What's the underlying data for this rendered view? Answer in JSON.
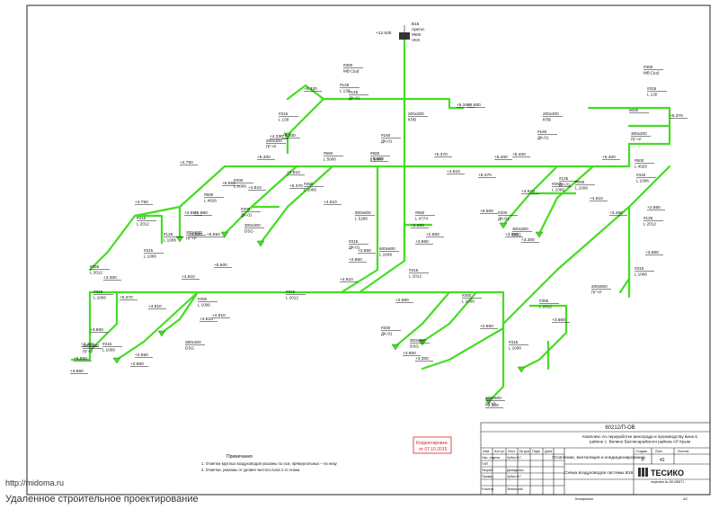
{
  "project_code": "60212/П-ОВ",
  "project_title": "Комплекс по переработке винограда и производству вина в районе с. Вилино Бахчисарайского района АР Крым",
  "section_title": "Отопление, вентиляция и кондиционирование",
  "sheet_title": "Схема воздуховодов системы В16",
  "stage": "Р",
  "sheet": "42",
  "stage_header": "Стадия",
  "sheet_header": "Лист",
  "sheets_header": "Листов",
  "company": "ТЕСИКО",
  "company_sub": "лицензия № АВ 489471",
  "copied": "Копировал",
  "format": "А2",
  "stamp": {
    "line1": "Корректировка",
    "line2": "от 07.10.2015"
  },
  "notes": {
    "title": "Примечания",
    "line1": "1. Отметки круглых воздуховодов указаны по оси, прямоугольных – по низу",
    "line2": "2. Отметки, указаны от уровня чистого пола 1-го этажа"
  },
  "title_block": {
    "headers": [
      "Изм",
      "Кол.уч",
      "Лист",
      "№ док",
      "Подп",
      "Дата"
    ],
    "roles": [
      "Нач. отдела",
      "ГИП",
      "Разраб.",
      "Провер.",
      "",
      "Н.контр."
    ],
    "names": [
      "Зубик Н.Г.",
      "",
      "Демиденко",
      "Зубик Н.Г.",
      "",
      "Зеленский"
    ]
  },
  "fan": {
    "label": "В16",
    "model": "Арктос",
    "size": "#800",
    "flow": "VKS",
    "elev": "+12.530"
  },
  "elevations": [
    "+5.320",
    "+5.330",
    "+5.500",
    "+4.330",
    "+5.400",
    "+4.750",
    "+5.400",
    "+4.810",
    "+5.550",
    "+4.810",
    "+2.950",
    "+5.370",
    "+4.810",
    "+5.370",
    "+4.810",
    "+4.750",
    "+2.960",
    "+3.860",
    "+3.300",
    "+5.500",
    "+4.810",
    "+5.370",
    "+4.810",
    "+5.550",
    "+5.400",
    "+3.860",
    "+2.860",
    "+3.860",
    "+2.860",
    "+2.860",
    "+3.860",
    "+3.300",
    "+5.500",
    "+4.810",
    "+2.960",
    "+3.860",
    "+2.860",
    "+4.810",
    "+2.860",
    "+3.860",
    "+3.300",
    "+3.860",
    "+3.300",
    "+2.860",
    "+3.860",
    "+3.300",
    "+4.810",
    "+5.500",
    "+5.400",
    "+3.450",
    "+4.810",
    "+2.860",
    "+5.400",
    "+3.860",
    "+5.340",
    "+5.370",
    "+5.370",
    "+4.810"
  ],
  "labels": [
    {
      "a": "#300",
      "b": "МВ (1ш)"
    },
    {
      "a": "#125",
      "b": "L 130"
    },
    {
      "a": "#125",
      "b": "ДК-01"
    },
    {
      "a": "#315",
      "b": "L 130"
    },
    {
      "a": "200x300",
      "b": "ПГ+Р"
    },
    {
      "a": "200x200",
      "b": "КПВ"
    },
    {
      "a": "#160",
      "b": "ДК-01"
    },
    {
      "a": "#560",
      "b": "L 5000"
    },
    {
      "a": "#560",
      "b": "L 5000"
    },
    {
      "a": "#500",
      "b": "L 4026"
    },
    {
      "a": "#200",
      "b": "L 1006"
    },
    {
      "a": "#250",
      "b": "L 1006"
    },
    {
      "a": "#200",
      "b": "ДК-01"
    },
    {
      "a": "300x300",
      "b": "DSG"
    },
    {
      "a": "#315",
      "b": "L 2012"
    },
    {
      "a": "#125",
      "b": "L 1006"
    },
    {
      "a": "#315",
      "b": "L 1006"
    },
    {
      "a": "200x600",
      "b": "ПГ+Р"
    },
    {
      "a": "#355",
      "b": "L 2012"
    },
    {
      "a": "#315",
      "b": "L 1006"
    },
    {
      "a": "200x600",
      "b": "ПГ+Р"
    },
    {
      "a": "#315",
      "b": "L 1006"
    },
    {
      "a": "#250",
      "b": "L 1006"
    },
    {
      "a": "380x300",
      "b": "DSG"
    },
    {
      "a": "#315",
      "b": "L 2012"
    },
    {
      "a": "600x600",
      "b": "L 5296"
    },
    {
      "a": "600x600",
      "b": "L 1649"
    },
    {
      "a": "#315",
      "b": "ДК-01"
    },
    {
      "a": "#560",
      "b": "L 4774"
    },
    {
      "a": "#315",
      "b": "L 2012"
    },
    {
      "a": "#250",
      "b": "L 1006"
    },
    {
      "a": "#200",
      "b": "ДК-01"
    },
    {
      "a": "300x300",
      "b": "DSG"
    },
    {
      "a": "#355",
      "b": "L 2012"
    },
    {
      "a": "#315",
      "b": "L 1006"
    },
    {
      "a": "200x600",
      "b": "ПГ+Р"
    },
    {
      "a": "200x200",
      "b": "КПВ"
    },
    {
      "a": "#160",
      "b": "ДК-01"
    },
    {
      "a": "6000",
      "b": ""
    },
    {
      "a": "#315",
      "b": "L 130"
    },
    {
      "a": "300x200",
      "b": "ПГ+Р"
    },
    {
      "a": "#500",
      "b": "L 4026"
    },
    {
      "a": "#315",
      "b": "L 1006"
    },
    {
      "a": "#125",
      "b": "L 2012"
    },
    {
      "a": "#315",
      "b": "L 1006"
    },
    {
      "a": "200x600",
      "b": "ПГ+Р"
    },
    {
      "a": "#125",
      "b": "ДК-01"
    },
    {
      "a": "#300",
      "b": "МВ (1ш)"
    },
    {
      "a": "#200",
      "b": "ДК-01"
    },
    {
      "a": "300x300",
      "b": "DSG"
    },
    {
      "a": "#250",
      "b": "L 1006"
    },
    {
      "a": "#200",
      "b": "L 1006"
    }
  ],
  "chart_data": {
    "type": "diagram",
    "system": "В16",
    "description_items": [
      "Арктос",
      "#800",
      "VKS"
    ]
  }
}
